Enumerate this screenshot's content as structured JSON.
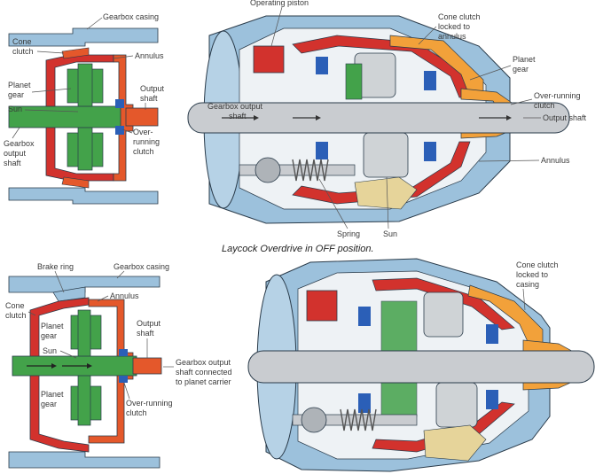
{
  "caption": "Laycock Overdrive in OFF position.",
  "top_schematic": {
    "gearbox_casing": "Gearbox casing",
    "cone_clutch": [
      "Cone",
      "clutch"
    ],
    "annulus": "Annulus",
    "planet_gear": [
      "Planet",
      "gear"
    ],
    "sun": "Sun",
    "output_shaft": [
      "Output",
      "shaft"
    ],
    "over_running_clutch": [
      "Over-",
      "running",
      "clutch"
    ],
    "gearbox_output_shaft": [
      "Gearbox",
      "output",
      "shaft"
    ]
  },
  "top_cutaway": {
    "operating_piston": "Operating piston",
    "cone_clutch_locked": [
      "Cone clutch",
      "locked to",
      "annulus"
    ],
    "planet_gear": [
      "Planet",
      "gear"
    ],
    "over_running_clutch": [
      "Over-running",
      "clutch"
    ],
    "output_shaft": "Output shaft",
    "annulus": "Annulus",
    "gearbox_output_shaft": [
      "Gearbox output",
      "shaft"
    ],
    "spring": "Spring",
    "sun": "Sun"
  },
  "bottom_schematic": {
    "brake_ring": "Brake ring",
    "gearbox_casing": "Gearbox casing",
    "annulus": "Annulus",
    "cone_clutch": [
      "Cone",
      "clutch"
    ],
    "planet_gear_top": [
      "Planet",
      "gear"
    ],
    "sun": "Sun",
    "output_shaft": [
      "Output",
      "shaft"
    ],
    "gearbox_output_connected": [
      "Gearbox output",
      "shaft connected",
      "to planet carrier"
    ],
    "planet_gear_bottom": [
      "Planet",
      "gear"
    ],
    "over_running_clutch": [
      "Over-running",
      "clutch"
    ]
  },
  "bottom_cutaway": {
    "cone_clutch_locked": [
      "Cone clutch",
      "locked to",
      "casing"
    ]
  },
  "colors": {
    "casing_blue": "#9cc1dc",
    "clutch_orange": "#e4582b",
    "gear_green": "#43a24a",
    "annulus_red": "#d2322d",
    "bearing_blue": "#2b5fb7",
    "shaft_grey": "#c9ccd0",
    "spring_sand": "#e6d49a",
    "outline": "#2a3b4a"
  }
}
